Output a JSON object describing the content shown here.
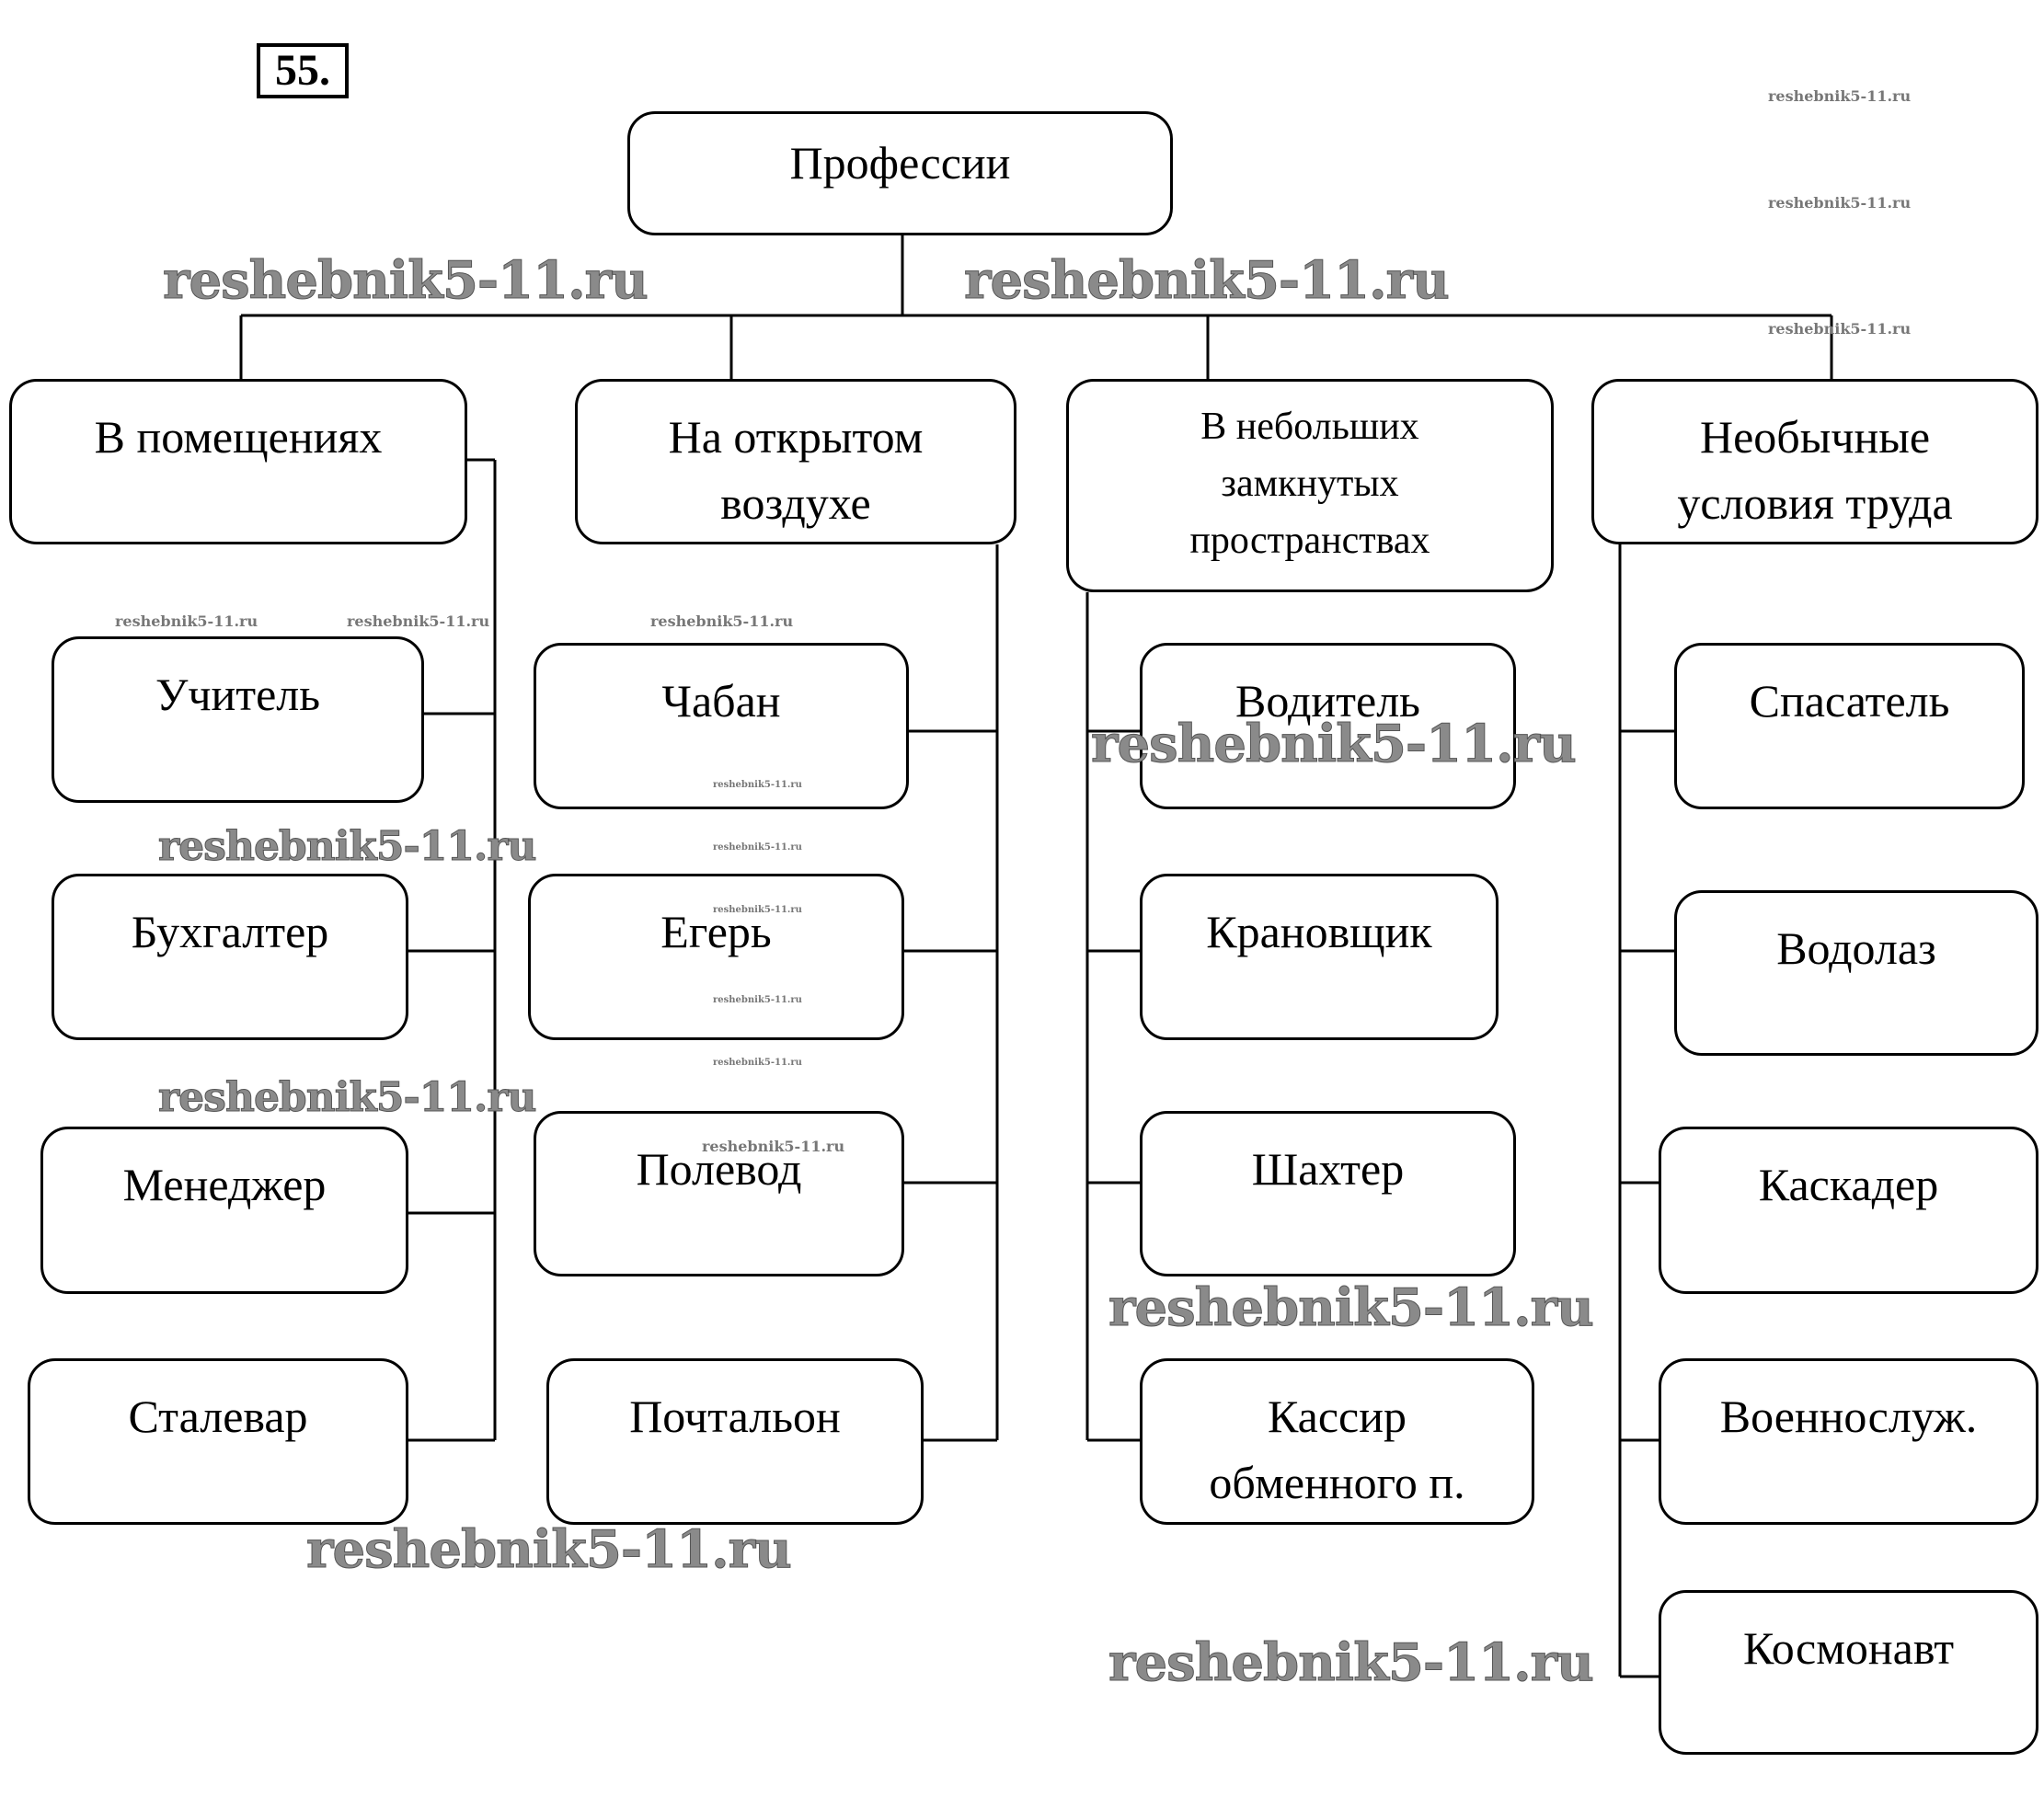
{
  "task_number": "55.",
  "root": {
    "label": "Профессии"
  },
  "categories": [
    {
      "label": "В помещениях",
      "items": [
        "Учитель",
        "Бухгалтер",
        "Менеджер",
        "Сталевар"
      ]
    },
    {
      "label": "На открытом воздухе",
      "items": [
        "Чабан",
        "Егерь",
        "Полевод",
        "Почтальон"
      ]
    },
    {
      "label": "В небольших замкнутых пространствах",
      "items": [
        "Водитель",
        "Крановщик",
        "Шахтер",
        "Кассир обменного п."
      ]
    },
    {
      "label": "Необычные условия труда",
      "items": [
        "Спасатель",
        "Водолаз",
        "Каскадер",
        "Военнослуж.",
        "Космонавт"
      ]
    }
  ],
  "watermark": {
    "text": "reshebnik5-11.ru"
  }
}
